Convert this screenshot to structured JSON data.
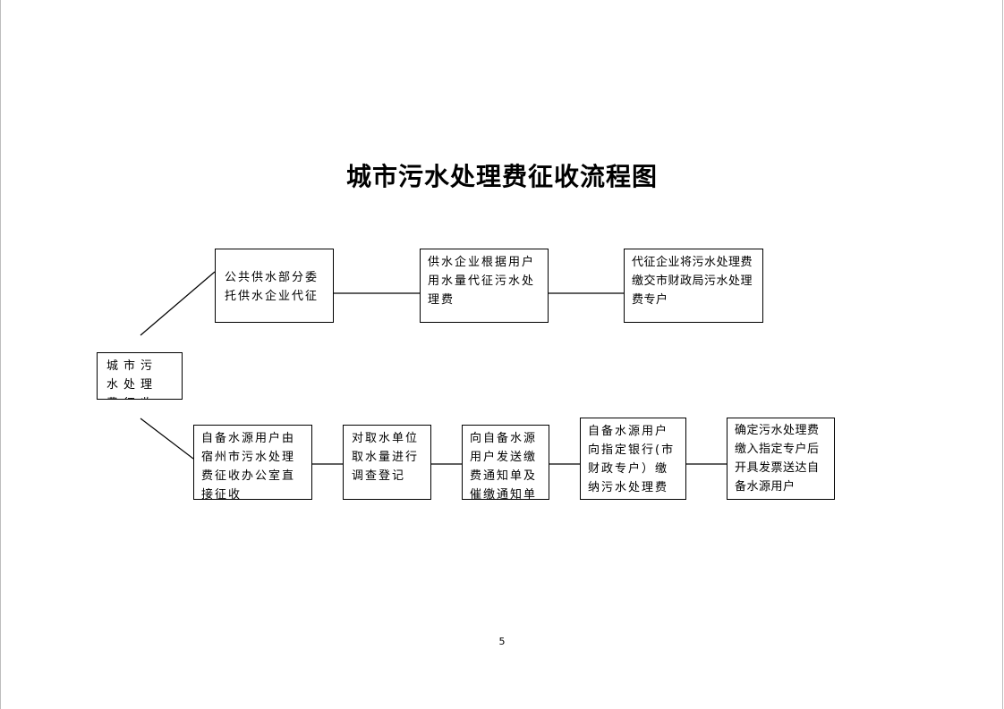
{
  "title": "城市污水处理费征收流程图",
  "root": {
    "text": "城市污水处理费征收"
  },
  "top_branch": [
    {
      "text": "公共供水部分委托供水企业代征"
    },
    {
      "text": "供水企业根据用户用水量代征污水处理费"
    },
    {
      "text": "代征企业将污水处理费缴交市财政局污水处理费专户"
    }
  ],
  "bottom_branch": [
    {
      "text": "自备水源用户由宿州市污水处理费征收办公室直接征收"
    },
    {
      "text": "对取水单位取水量进行调查登记"
    },
    {
      "text": "向自备水源用户发送缴费通知单及催缴通知单"
    },
    {
      "text": "自备水源用户向指定银行(市财政专户）缴纳污水处理费"
    },
    {
      "text": "确定污水处理费缴入指定专户后开具发票送达自备水源用户"
    }
  ],
  "page_number": "5"
}
